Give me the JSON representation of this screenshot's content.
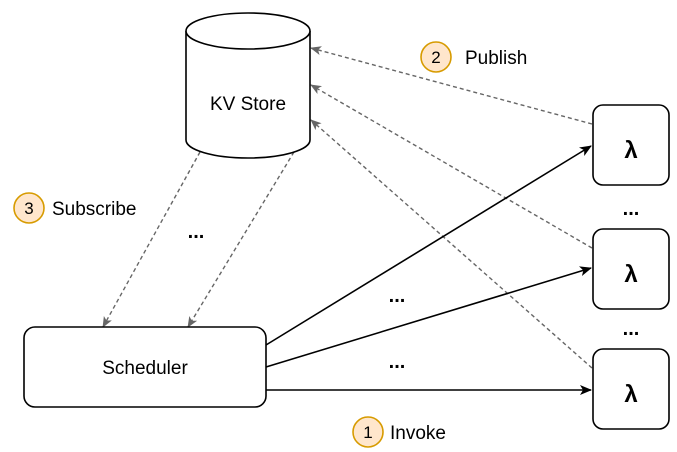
{
  "nodes": {
    "kv_store": "KV Store",
    "scheduler": "Scheduler",
    "lambdas": [
      "λ",
      "λ",
      "λ"
    ]
  },
  "steps": [
    {
      "number": "1",
      "label": "Invoke"
    },
    {
      "number": "2",
      "label": "Publish"
    },
    {
      "number": "3",
      "label": "Subscribe"
    }
  ],
  "ellipses": {
    "subscribe_gap": "...",
    "invoke_upper": "...",
    "invoke_lower": "...",
    "lambda_gap_top": "...",
    "lambda_gap_bottom": "..."
  },
  "colors": {
    "step_badge_fill": "#FFE6CC",
    "step_badge_stroke": "#D79B00",
    "dashed_arrow": "#666666",
    "solid_arrow": "#000000"
  }
}
